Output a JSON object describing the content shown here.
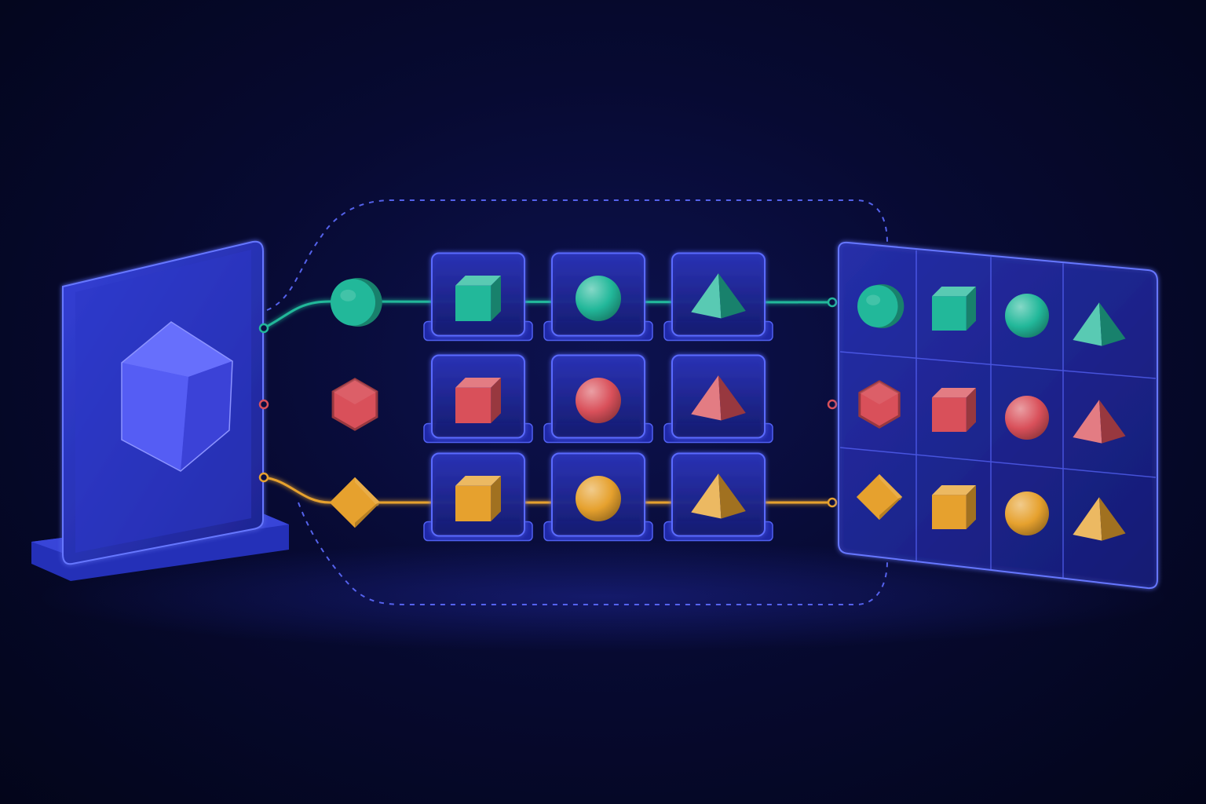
{
  "colors": {
    "background": "#060930",
    "panel": "#2a33c4",
    "panel_edge": "#5b6bff",
    "teal": "#22b89a",
    "red": "#d9505a",
    "amber": "#e6a12e",
    "source_gem": "#4a52f0",
    "dashed_loop": "#5d6cff"
  },
  "source": {
    "icon": "gem-icon"
  },
  "pipeline": {
    "rows": [
      {
        "color": "teal",
        "input_icon": "circle-icon",
        "stages": [
          "cube-icon",
          "sphere-icon",
          "pyramid-icon"
        ]
      },
      {
        "color": "red",
        "input_icon": "hexagon-icon",
        "stages": [
          "cube-icon",
          "sphere-icon",
          "pyramid-icon"
        ]
      },
      {
        "color": "amber",
        "input_icon": "diamond-icon",
        "stages": [
          "cube-icon",
          "sphere-icon",
          "pyramid-icon"
        ]
      }
    ]
  },
  "output_grid": {
    "rows": [
      {
        "color": "teal",
        "cells": [
          "circle-icon",
          "cube-icon",
          "sphere-icon",
          "pyramid-icon"
        ]
      },
      {
        "color": "red",
        "cells": [
          "hexagon-icon",
          "cube-icon",
          "sphere-icon",
          "pyramid-icon"
        ]
      },
      {
        "color": "amber",
        "cells": [
          "diamond-icon",
          "cube-icon",
          "sphere-icon",
          "pyramid-icon"
        ]
      }
    ]
  }
}
